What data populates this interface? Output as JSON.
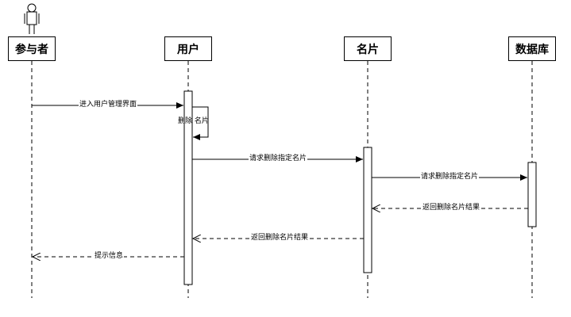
{
  "participants": {
    "actor": "参与者",
    "user": "用户",
    "card": "名片",
    "db": "数据库"
  },
  "messages": {
    "m1": "进入用户管理界面",
    "m2": "删除 名片",
    "m3": "请求删除指定名片",
    "m4": "请求删除指定名片",
    "m5": "返回删除名片结果",
    "m6": "返回删除名片结果",
    "m7": "提示信息"
  },
  "colors": {
    "line": "#000000",
    "background": "#ffffff"
  }
}
